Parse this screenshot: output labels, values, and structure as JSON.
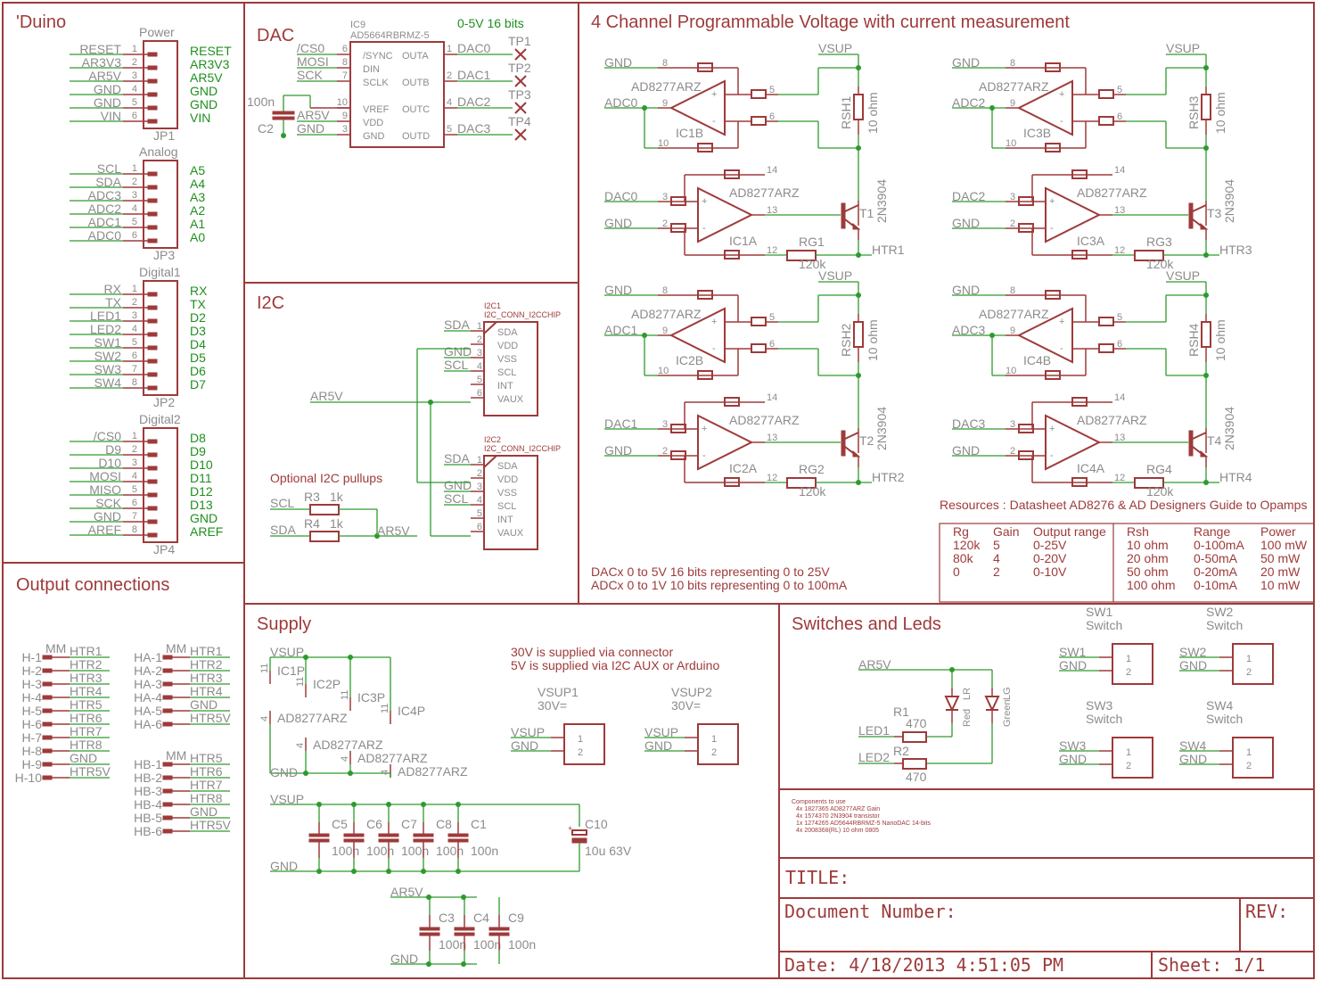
{
  "sections": {
    "duino": "'Duino",
    "dac": "DAC",
    "i2c": "I2C",
    "main": "4 Channel Programmable Voltage with current measurement",
    "output": "Output connections",
    "supply": "Supply",
    "switches": "Switches and Leds"
  },
  "duino": {
    "headers": [
      {
        "name": "JP1",
        "label": "Power",
        "rows": [
          {
            "net": "RESET",
            "pin": "1",
            "arduino": "RESET"
          },
          {
            "net": "AR3V3",
            "pin": "2",
            "arduino": "AR3V3"
          },
          {
            "net": "AR5V",
            "pin": "3",
            "arduino": "AR5V"
          },
          {
            "net": "GND",
            "pin": "4",
            "arduino": "GND"
          },
          {
            "net": "GND",
            "pin": "5",
            "arduino": "GND"
          },
          {
            "net": "VIN",
            "pin": "6",
            "arduino": "VIN"
          }
        ]
      },
      {
        "name": "JP3",
        "label": "Analog",
        "rows": [
          {
            "net": "SCL",
            "pin": "1",
            "arduino": "A5"
          },
          {
            "net": "SDA",
            "pin": "2",
            "arduino": "A4"
          },
          {
            "net": "ADC3",
            "pin": "3",
            "arduino": "A3"
          },
          {
            "net": "ADC2",
            "pin": "4",
            "arduino": "A2"
          },
          {
            "net": "ADC1",
            "pin": "5",
            "arduino": "A1"
          },
          {
            "net": "ADC0",
            "pin": "6",
            "arduino": "A0"
          }
        ]
      },
      {
        "name": "JP2",
        "label": "Digital1",
        "rows": [
          {
            "net": "RX",
            "pin": "1",
            "arduino": "RX"
          },
          {
            "net": "TX",
            "pin": "2",
            "arduino": "TX"
          },
          {
            "net": "LED1",
            "pin": "3",
            "arduino": "D2"
          },
          {
            "net": "LED2",
            "pin": "4",
            "arduino": "D3"
          },
          {
            "net": "SW1",
            "pin": "5",
            "arduino": "D4"
          },
          {
            "net": "SW2",
            "pin": "6",
            "arduino": "D5"
          },
          {
            "net": "SW3",
            "pin": "7",
            "arduino": "D6"
          },
          {
            "net": "SW4",
            "pin": "8",
            "arduino": "D7"
          }
        ]
      },
      {
        "name": "JP4",
        "label": "Digital2",
        "rows": [
          {
            "net": "/CS0",
            "pin": "1",
            "arduino": "D8"
          },
          {
            "net": "D9",
            "pin": "2",
            "arduino": "D9"
          },
          {
            "net": "D10",
            "pin": "3",
            "arduino": "D10"
          },
          {
            "net": "MOSI",
            "pin": "4",
            "arduino": "D11"
          },
          {
            "net": "MISO",
            "pin": "5",
            "arduino": "D12"
          },
          {
            "net": "SCK",
            "pin": "6",
            "arduino": "D13"
          },
          {
            "net": "GND",
            "pin": "7",
            "arduino": "GND"
          },
          {
            "net": "AREF",
            "pin": "8",
            "arduino": "AREF"
          }
        ]
      }
    ]
  },
  "dac": {
    "ref": "IC9",
    "part": "AD5664RBRMZ-5",
    "note": "0-5V 16 bits",
    "cap_value": "100n",
    "cap_ref": "C2",
    "left_pins": [
      {
        "net": "/CS0",
        "pin": "6",
        "fn": "/SYNC"
      },
      {
        "net": "MOSI",
        "pin": "8",
        "fn": "DIN"
      },
      {
        "net": "SCK",
        "pin": "7",
        "fn": "SCLK"
      },
      {
        "net": "",
        "pin": "10",
        "fn": "VREF"
      },
      {
        "net": "AR5V",
        "pin": "9",
        "fn": "VDD"
      },
      {
        "net": "GND",
        "pin": "3",
        "fn": "GND"
      }
    ],
    "right_pins": [
      {
        "fn": "OUTA",
        "pin": "1",
        "net": "DAC0",
        "tp": "TP1"
      },
      {
        "fn": "OUTB",
        "pin": "2",
        "net": "DAC1",
        "tp": "TP2"
      },
      {
        "fn": "OUTC",
        "pin": "4",
        "net": "DAC2",
        "tp": "TP3"
      },
      {
        "fn": "OUTD",
        "pin": "5",
        "net": "DAC3",
        "tp": "TP4"
      }
    ]
  },
  "i2c": {
    "connectors": [
      {
        "ref": "I2C1",
        "part": "I2C_CONN_I2CCHIP"
      },
      {
        "ref": "I2C2",
        "part": "I2C_CONN_I2CCHIP"
      }
    ],
    "pins": [
      {
        "pin": "1",
        "fn": "SDA",
        "net": "SDA"
      },
      {
        "pin": "2",
        "fn": "VDD",
        "net": ""
      },
      {
        "pin": "3",
        "fn": "VSS",
        "net": "GND"
      },
      {
        "pin": "4",
        "fn": "SCL",
        "net": "SCL"
      },
      {
        "pin": "5",
        "fn": "INT",
        "net": ""
      },
      {
        "pin": "6",
        "fn": "VAUX",
        "net": ""
      }
    ],
    "supply_net": "AR5V",
    "pullups_title": "Optional I2C pullups",
    "pullups": [
      {
        "net": "SCL",
        "ref": "R3",
        "value": "1k"
      },
      {
        "net": "SDA",
        "ref": "R4",
        "value": "1k"
      }
    ],
    "pullup_net": "AR5V"
  },
  "channels": [
    {
      "adc": "ADC0",
      "dac": "DAC0",
      "ic_b": "IC1B",
      "ic_a": "IC1A",
      "rsh": "RSH1",
      "t": "T1",
      "rg": "RG1",
      "htr": "HTR1"
    },
    {
      "adc": "ADC2",
      "dac": "DAC2",
      "ic_b": "IC3B",
      "ic_a": "IC3A",
      "rsh": "RSH3",
      "t": "T3",
      "rg": "RG3",
      "htr": "HTR3"
    },
    {
      "adc": "ADC1",
      "dac": "DAC1",
      "ic_b": "IC2B",
      "ic_a": "IC2A",
      "rsh": "RSH2",
      "t": "T2",
      "rg": "RG2",
      "htr": "HTR2"
    },
    {
      "adc": "ADC3",
      "dac": "DAC3",
      "ic_b": "IC4B",
      "ic_a": "IC4A",
      "rsh": "RSH4",
      "t": "T4",
      "rg": "RG4",
      "htr": "HTR4"
    }
  ],
  "channel_common": {
    "amp": "AD8277ARZ",
    "vsup": "VSUP",
    "gnd": "GND",
    "rsh_value": "10 ohm",
    "transistor": "2N3904",
    "rg_value": "120k",
    "pins": {
      "p8": "8",
      "p9": "9",
      "p10": "10",
      "p5": "5",
      "p6": "6",
      "p14": "14",
      "p3": "3",
      "p2": "2",
      "p13": "13",
      "p12": "12"
    },
    "plus": "+",
    "minus": "-"
  },
  "resources": "Resources : Datasheet AD8276 & AD Designers Guide to Opamps",
  "gain_table": {
    "headers": [
      "Rg",
      "Gain",
      "Output range"
    ],
    "rows": [
      [
        "120k",
        "5",
        "0-25V"
      ],
      [
        "80k",
        "4",
        "0-20V"
      ],
      [
        "0",
        "2",
        "0-10V"
      ]
    ]
  },
  "shunt_table": {
    "headers": [
      "Rsh",
      "Range",
      "Power"
    ],
    "rows": [
      [
        "10 ohm",
        "0-100mA",
        "100 mW"
      ],
      [
        "20 ohm",
        "0-50mA",
        "50 mW"
      ],
      [
        "50 ohm",
        "0-20mA",
        "20 mW"
      ],
      [
        "100 ohm",
        "0-10mA",
        "10 mW"
      ]
    ]
  },
  "notes": {
    "dac": "DACx 0 to 5V 16 bits representing 0 to 25V",
    "adc": "ADCx 0 to 1V 10 bits representing 0 to 100mA"
  },
  "outputs": {
    "mm": "MM",
    "h": [
      [
        "H-1",
        "HTR1"
      ],
      [
        "H-2",
        "HTR2"
      ],
      [
        "H-3",
        "HTR3"
      ],
      [
        "H-4",
        "HTR4"
      ],
      [
        "H-5",
        "HTR5"
      ],
      [
        "H-6",
        "HTR6"
      ],
      [
        "H-7",
        "HTR7"
      ],
      [
        "H-8",
        "HTR8"
      ],
      [
        "H-9",
        "GND"
      ],
      [
        "H-10",
        "HTR5V"
      ]
    ],
    "ha": [
      [
        "HA-1",
        "HTR1"
      ],
      [
        "HA-2",
        "HTR2"
      ],
      [
        "HA-3",
        "HTR3"
      ],
      [
        "HA-4",
        "HTR4"
      ],
      [
        "HA-5",
        "GND"
      ],
      [
        "HA-6",
        "HTR5V"
      ]
    ],
    "hb": [
      [
        "HB-1",
        "HTR5"
      ],
      [
        "HB-2",
        "HTR6"
      ],
      [
        "HB-3",
        "HTR7"
      ],
      [
        "HB-4",
        "HTR8"
      ],
      [
        "HB-5",
        "GND"
      ],
      [
        "HB-6",
        "HTR5V"
      ]
    ]
  },
  "supply": {
    "vsup": "VSUP",
    "gnd": "GND",
    "ar5v": "AR5V",
    "pins_top": "11",
    "pins_bottom": "4",
    "ic_parts": [
      {
        "ref": "IC1P",
        "part": "AD8277ARZ"
      },
      {
        "ref": "IC2P",
        "part": "AD8277ARZ"
      },
      {
        "ref": "IC3P",
        "part": "AD8277ARZ"
      },
      {
        "ref": "IC4P",
        "part": "AD8277ARZ"
      }
    ],
    "note1": "30V is supplied via connector",
    "note2": "5V is supplied via I2C AUX or Arduino",
    "connectors": [
      {
        "ref": "VSUP1",
        "value": "30V=",
        "net1": "VSUP",
        "net2": "GND",
        "p1": "1",
        "p2": "2"
      },
      {
        "ref": "VSUP2",
        "value": "30V=",
        "net1": "VSUP",
        "net2": "GND",
        "p1": "1",
        "p2": "2"
      }
    ],
    "caps_vsup": [
      [
        "C5",
        "100n"
      ],
      [
        "C6",
        "100n"
      ],
      [
        "C7",
        "100n"
      ],
      [
        "C8",
        "100n"
      ],
      [
        "C1",
        "100n"
      ]
    ],
    "electrolytic": {
      "ref": "C10",
      "value": "10u 63V",
      "polarity": "+"
    },
    "caps_ar5v": [
      [
        "C3",
        "100n"
      ],
      [
        "C4",
        "100n"
      ],
      [
        "C9",
        "100n"
      ]
    ]
  },
  "switches_leds": {
    "ar5v": "AR5V",
    "leds": [
      {
        "net": "LED1",
        "r_ref": "R1",
        "r_value": "470",
        "led_ref": "LR",
        "color": "Red"
      },
      {
        "net": "LED2",
        "r_ref": "R2",
        "r_value": "470",
        "led_ref": "LG",
        "color": "Green"
      }
    ],
    "switches": [
      {
        "ref": "SW1",
        "type": "Switch",
        "net": "SW1",
        "gnd": "GND",
        "p1": "1",
        "p2": "2"
      },
      {
        "ref": "SW2",
        "type": "Switch",
        "net": "SW2",
        "gnd": "GND",
        "p1": "1",
        "p2": "2"
      },
      {
        "ref": "SW3",
        "type": "Switch",
        "net": "SW3",
        "gnd": "GND",
        "p1": "1",
        "p2": "2"
      },
      {
        "ref": "SW4",
        "type": "Switch",
        "net": "SW4",
        "gnd": "GND",
        "p1": "1",
        "p2": "2"
      }
    ]
  },
  "components": {
    "title": "Components to use",
    "items": [
      "4x 1827365 AD8277ARZ Gain",
      "4x 1574370 2N3904 transistor",
      "1x 1274265 AD5644RBRMZ-5 NanoDAC 14-bits",
      "4x 2008368(RL) 10 ohm 0805"
    ]
  },
  "titleblock": {
    "title": "TITLE:",
    "document_number": "Document Number:",
    "rev": "REV:",
    "date": "Date: 4/18/2013 4:51:05 PM",
    "sheet": "Sheet: 1/1"
  }
}
